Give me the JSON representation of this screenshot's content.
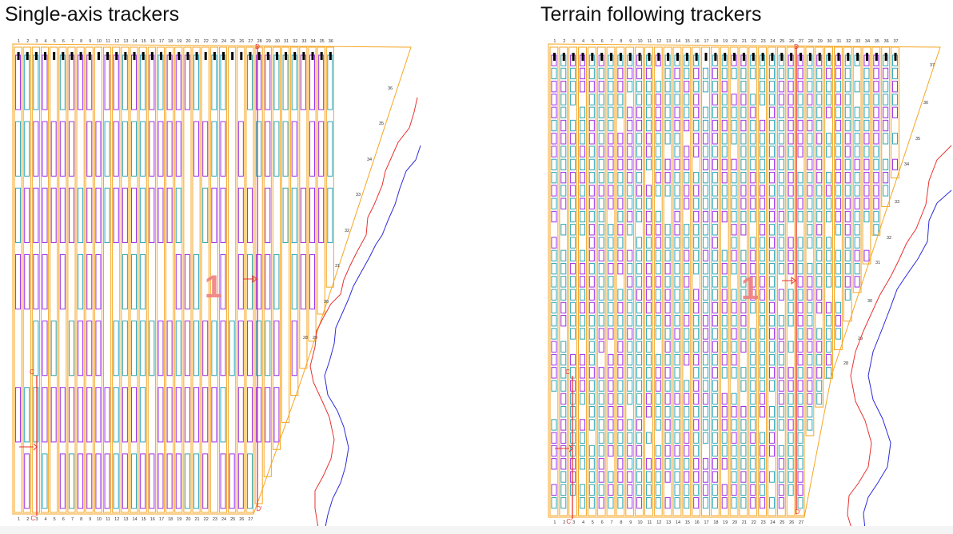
{
  "panels": [
    {
      "title": "Single-axis trackers",
      "block_label": "1",
      "section_top": "D",
      "section_bottom": "D'",
      "section_left_top": "C",
      "section_left_bottom": "C'",
      "top_numbers": [
        "1",
        "2",
        "3",
        "4",
        "5",
        "6",
        "7",
        "8",
        "9",
        "10",
        "11",
        "12",
        "13",
        "14",
        "15",
        "16",
        "17",
        "18",
        "19",
        "20",
        "21",
        "22",
        "23",
        "24",
        "25",
        "26",
        "27",
        "28",
        "29",
        "30",
        "31",
        "32",
        "33",
        "34",
        "35",
        "36"
      ],
      "bottom_numbers": [
        "1",
        "2",
        "3",
        "4",
        "5",
        "6",
        "7",
        "8",
        "9",
        "10",
        "11",
        "12",
        "13",
        "14",
        "15",
        "16",
        "17",
        "18",
        "19",
        "20",
        "21",
        "22",
        "23",
        "24",
        "25",
        "26",
        "27"
      ],
      "side_numbers": [
        "36",
        "35",
        "34",
        "33",
        "32",
        "31",
        "30",
        "29",
        "28"
      ]
    },
    {
      "title": "Terrain following trackers",
      "block_label": "1",
      "section_top": "D",
      "section_bottom": "D'",
      "section_left_top": "C",
      "section_left_bottom": "C'",
      "top_numbers": [
        "1",
        "2",
        "3",
        "4",
        "5",
        "6",
        "7",
        "8",
        "9",
        "10",
        "11",
        "12",
        "13",
        "14",
        "15",
        "16",
        "17",
        "18",
        "19",
        "20",
        "21",
        "22",
        "23",
        "24",
        "25",
        "26",
        "27",
        "28",
        "29",
        "30",
        "31",
        "32",
        "33",
        "34",
        "35",
        "36",
        "37"
      ],
      "bottom_numbers": [
        "1",
        "2",
        "3",
        "4",
        "5",
        "6",
        "7",
        "8",
        "9",
        "10",
        "11",
        "12",
        "13",
        "14",
        "15",
        "16",
        "17",
        "18",
        "19",
        "20",
        "21",
        "22",
        "23",
        "24",
        "25",
        "26",
        "27"
      ],
      "side_numbers": [
        "37",
        "36",
        "35",
        "34",
        "33",
        "32",
        "31",
        "30",
        "29",
        "28"
      ]
    }
  ],
  "colors": {
    "boundary": "#f5a623",
    "module_purple": "#9b30e8",
    "module_teal": "#2ea6b8",
    "section_line": "#e8322e",
    "creek_red": "#e8322e",
    "creek_blue": "#2b2bd8",
    "post": "#000000"
  }
}
